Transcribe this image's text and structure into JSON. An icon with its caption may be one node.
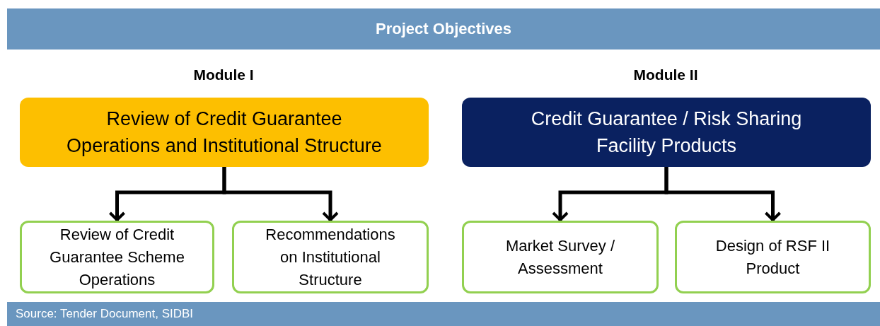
{
  "diagram": {
    "title": "Project Objectives",
    "caption": "Source: Tender Document, SIDBI",
    "nodes": [
      {
        "text": [
          "Review of  Credit Guarantee Operations and Institutional Structure"
        ]
      },
      {
        "text": [
          "Credit Guarantee / Risk Sharing Facility Products"
        ]
      },
      {
        "text": [
          "Review of Credit Guarantee Scheme Operations"
        ]
      },
      {
        "text": [
          "Recommendations on Institutional Structure"
        ]
      },
      {
        "text": [
          "Market Survey / Assessment"
        ]
      },
      {
        "text": [
          "Design of RSF II Product"
        ]
      }
    ],
    "edges": [
      {
        "from": 0,
        "to": 2,
        "arrow": "to"
      },
      {
        "from": 0,
        "to": 3,
        "arrow": "to"
      },
      {
        "from": 1,
        "to": 4,
        "arrow": "to"
      },
      {
        "from": 1,
        "to": 5,
        "arrow": "to"
      }
    ],
    "labels": [
      "Module I",
      "Module II"
    ]
  }
}
